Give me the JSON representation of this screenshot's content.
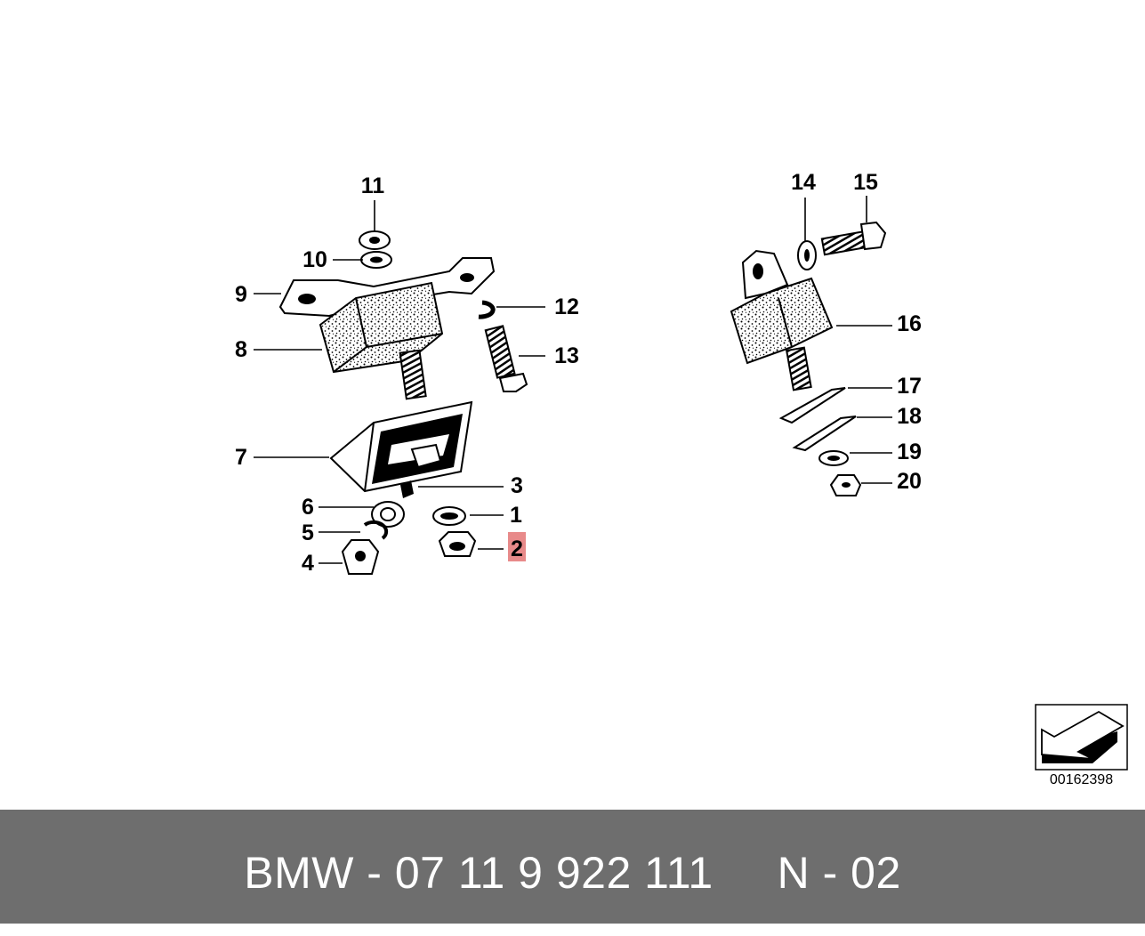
{
  "callouts": [
    {
      "label": "1"
    },
    {
      "label": "2",
      "highlighted": true
    },
    {
      "label": "3"
    },
    {
      "label": "4"
    },
    {
      "label": "5"
    },
    {
      "label": "6"
    },
    {
      "label": "7"
    },
    {
      "label": "8"
    },
    {
      "label": "9"
    },
    {
      "label": "10"
    },
    {
      "label": "11"
    },
    {
      "label": "12"
    },
    {
      "label": "13"
    },
    {
      "label": "14"
    },
    {
      "label": "15"
    },
    {
      "label": "16"
    },
    {
      "label": "17"
    },
    {
      "label": "18"
    },
    {
      "label": "19"
    },
    {
      "label": "20"
    }
  ],
  "highlight_color": "#e88a8a",
  "reference_number": "00162398",
  "footer": {
    "text": "BMW - 07 11 9 922 111     N - 02",
    "background": "#6e6e6e"
  },
  "icons": {
    "orientation": "arrow-left-down-icon"
  }
}
